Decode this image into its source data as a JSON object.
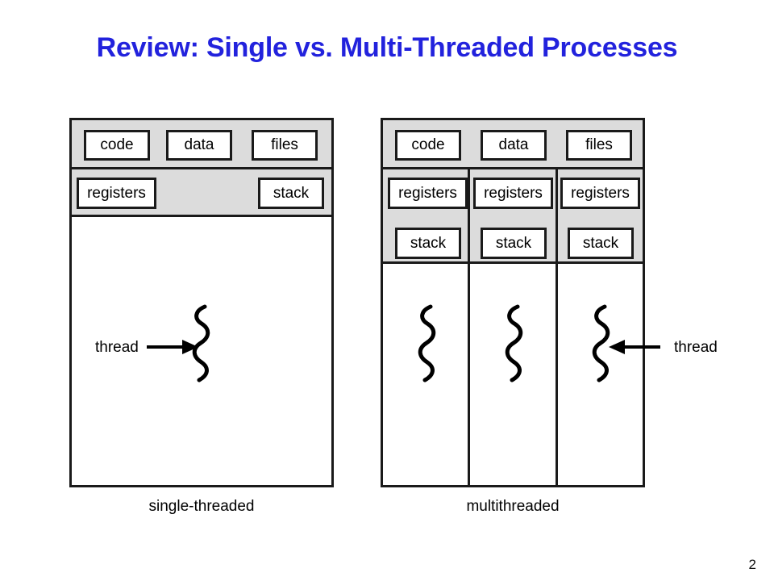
{
  "slide": {
    "title": "Review: Single vs. Multi-Threaded Processes",
    "title_color": "#2222dd",
    "page_number": "2",
    "background_color": "#ffffff"
  },
  "colors": {
    "band_gray": "#dcdcdc",
    "outline_black": "#1a1a1a",
    "cell_fill": "#ffffff"
  },
  "single_threaded": {
    "caption": "single-threaded",
    "resource_row": [
      {
        "label": "code"
      },
      {
        "label": "data"
      },
      {
        "label": "files"
      }
    ],
    "thread_row": [
      {
        "label": "registers"
      },
      {
        "label": "stack"
      }
    ],
    "thread_annotation": "thread",
    "thread_count": 1
  },
  "multithreaded": {
    "caption": "multithreaded",
    "resource_row": [
      {
        "label": "code"
      },
      {
        "label": "data"
      },
      {
        "label": "files"
      }
    ],
    "columns": [
      {
        "registers": "registers",
        "stack": "stack"
      },
      {
        "registers": "registers",
        "stack": "stack"
      },
      {
        "registers": "registers",
        "stack": "stack"
      }
    ],
    "thread_annotation": "thread",
    "thread_count": 3
  }
}
